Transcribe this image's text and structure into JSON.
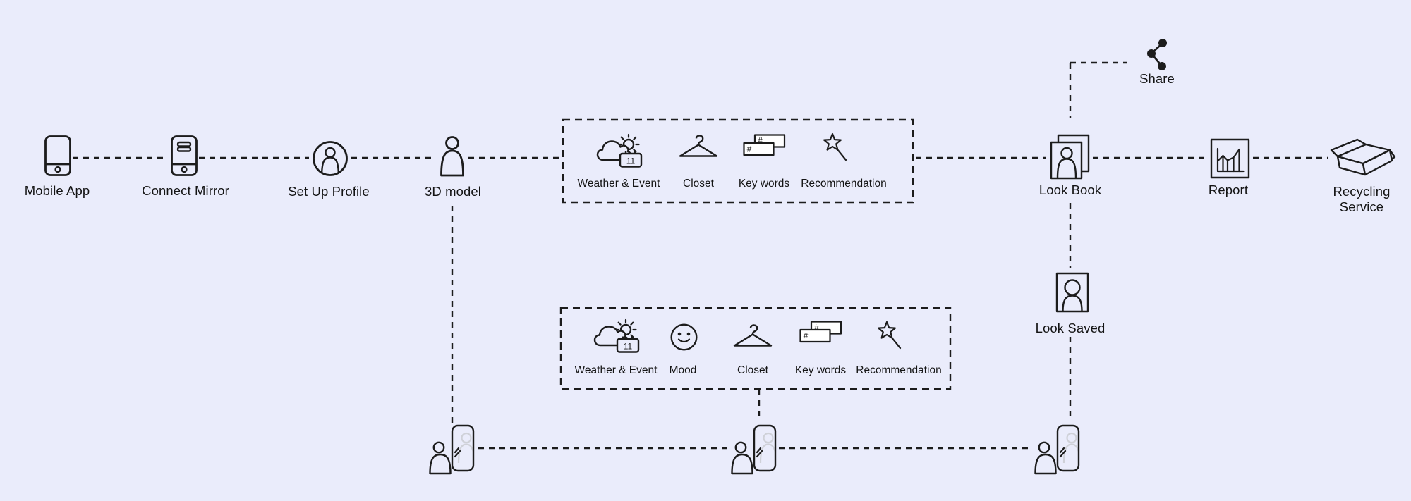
{
  "colors": {
    "background": "#eaecfb",
    "ink": "#1c1c1c",
    "mirror_reflection": "#cfd1d8",
    "card_fill": "#ffffff"
  },
  "nodes": {
    "mobile_app": {
      "label": "Mobile App",
      "icon": "smartphone-icon"
    },
    "connect_mirror": {
      "label": "Connect Mirror",
      "icon": "scan-phone-icon"
    },
    "set_up_profile": {
      "label": "Set Up Profile",
      "icon": "profile-circle-icon"
    },
    "model_3d": {
      "label": "3D model",
      "icon": "person-icon"
    },
    "look_book": {
      "label": "Look Book",
      "icon": "lookbook-cards-icon"
    },
    "share": {
      "label": "Share",
      "icon": "share-icon"
    },
    "look_saved": {
      "label": "Look Saved",
      "icon": "saved-card-icon"
    },
    "report": {
      "label": "Report",
      "icon": "chart-report-icon"
    },
    "recycling_service": {
      "label_line1": "Recycling",
      "label_line2": "Service",
      "icon": "open-box-icon"
    }
  },
  "context_box_top": {
    "items": [
      {
        "label": "Weather & Event",
        "icon": "weather-event-icon"
      },
      {
        "label": "Closet",
        "icon": "hanger-icon"
      },
      {
        "label": "Key words",
        "icon": "keywords-icon"
      },
      {
        "label": "Recommendation",
        "icon": "magic-wand-icon"
      }
    ]
  },
  "context_box_bottom": {
    "items": [
      {
        "label": "Weather & Event",
        "icon": "weather-event-icon"
      },
      {
        "label": "Mood",
        "icon": "mood-icon"
      },
      {
        "label": "Closet",
        "icon": "hanger-icon"
      },
      {
        "label": "Key words",
        "icon": "keywords-icon"
      },
      {
        "label": "Recommendation",
        "icon": "magic-wand-icon"
      }
    ]
  },
  "icon_glyphs": {
    "calendar_day": "11",
    "hashtag": "#"
  }
}
